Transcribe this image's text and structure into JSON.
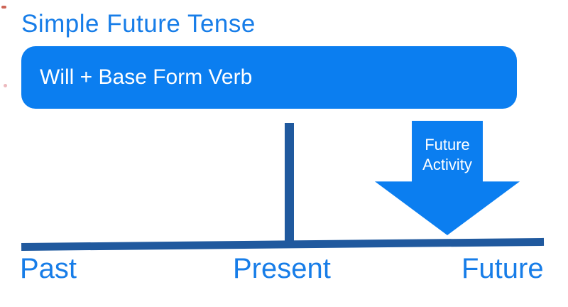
{
  "title": "Simple Future Tense",
  "formula_box": {
    "label": "Will + Base Form Verb"
  },
  "arrow": {
    "line1": "Future",
    "line2": "Activity"
  },
  "timeline": {
    "labels": [
      "Past",
      "Present",
      "Future"
    ]
  },
  "colors": {
    "accent_blue": "#0b7ef0",
    "text_blue": "#177de8",
    "dark_blue": "#20599e",
    "box_text": "#ffffff"
  }
}
